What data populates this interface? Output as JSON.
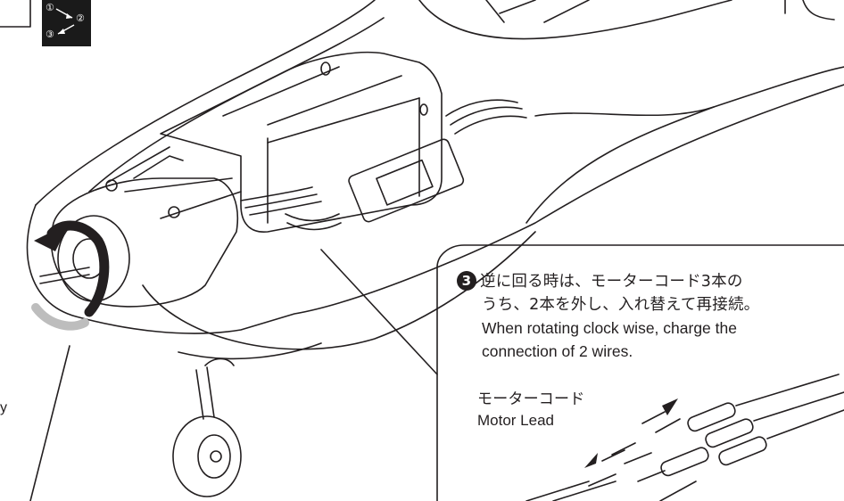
{
  "sequence_badge": {
    "step1": "①",
    "step2": "②",
    "step3": "③"
  },
  "callout": {
    "step_number": "3",
    "jp_line1": "逆に回る時は、モーターコード3本の",
    "jp_line2": "うち、2本を外し、入れ替えて再接続。",
    "en_line1": "When rotating clock wise, charge the",
    "en_line2": "connection of 2 wires."
  },
  "motor_lead": {
    "jp_label": "モーターコード",
    "en_label": "Motor Lead"
  },
  "left_edge_fragment": "y",
  "colors": {
    "ink": "#231f20",
    "rotation_arrow": "#231f20",
    "badge_bg": "#1a1a1a",
    "page": "#ffffff"
  }
}
